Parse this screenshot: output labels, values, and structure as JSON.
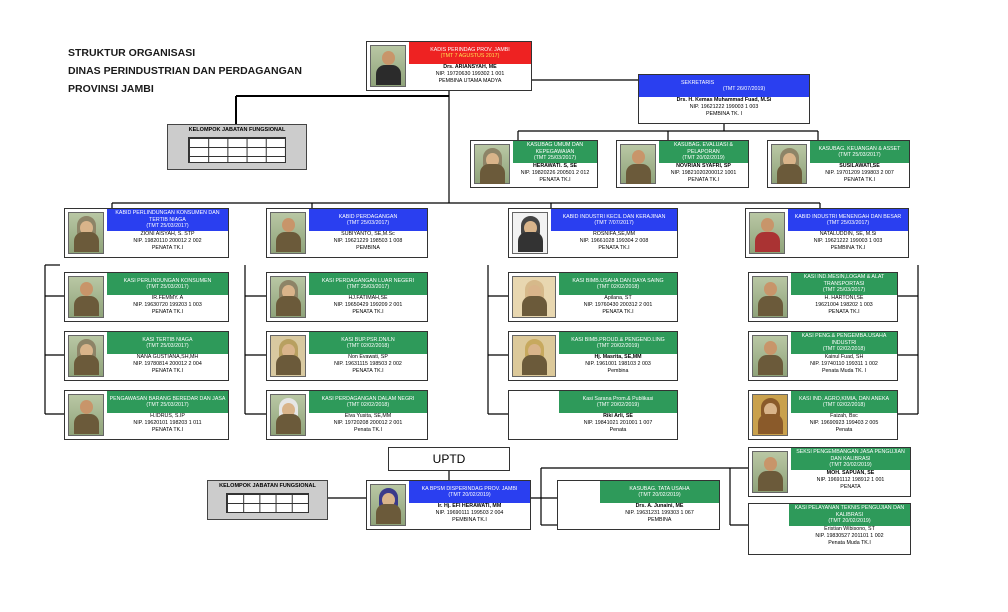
{
  "title": {
    "line1": "STRUKTUR ORGANISASI",
    "line2": "DINAS PERINDUSTRIAN DAN PERDAGANGAN",
    "line3": "PROVINSI JAMBI"
  },
  "kadis": {
    "title": "KADIS PERINDAG PROV. JAMBI",
    "tmt": "(TMT 7 AGUSTUS 2017)",
    "name": "Drs. ARIANSYAH, ME",
    "nip": "NIP. 19720630 199302 1 001",
    "rank": "PEMBINA UTAMA MADYA"
  },
  "sekretaris": {
    "title": "SEKRETARIS",
    "tmt": "(TMT 26/07/2019)",
    "name": "Drs. H. Kemas Muhammad Fuad, M.Si",
    "nip": "NIP. 19621222 199003 1 003",
    "rank": "PEMBINA TK. I"
  },
  "fungsional1": {
    "label": "KELOMPOK JABATAN FUNGSIONAL"
  },
  "fungsional2": {
    "label": "KELOMPOK JABATAN FUNGSIONAL"
  },
  "kasubag": [
    {
      "title": "KASUBAG UMUM DAN KEPEGAWAIAN",
      "tmt": "(TMT 25/03/2017)",
      "name": "HERAWATI. S, SE",
      "nip": "NIP. 19820226 200501 2 012",
      "rank": "PENATA TK.I"
    },
    {
      "title": "KASUBAG. EVALUASI & PELAPORAN",
      "tmt": "(TMT 20/02/2019)",
      "name": "NOVRIAN SYAFRI, SP",
      "nip": "NIP. 19821020200012 1001",
      "rank": "PENATA TK.I"
    },
    {
      "title": "KASUBAG. KEUANGAN & ASSET",
      "tmt": "(TMT 25/03/2017)",
      "name": "SUSILAWATI,SE",
      "nip": "NIP. 19701209 199803 2 007",
      "rank": "PENATA TK.I"
    }
  ],
  "kabid": [
    {
      "title": "KABID PERLINDUNGAN KONSUMEN DAN TERTIB NIAGA",
      "tmt": "(TMT 25/03/2017)",
      "name": "ZIONI AISYAH, S. STP",
      "nip": "NIP. 19820110 200012 2 002",
      "rank": "PENATA TK.I"
    },
    {
      "title": "KABID PERDAGANGAN",
      "tmt": "(TMT 25/03/2017)",
      "name": "SUBIYANTO, SE,M.Sc",
      "nip": "NIP. 19621229 198503 1 008",
      "rank": "PEMBINA"
    },
    {
      "title": "KABID INDUSTRI KECIL DAN KERAJINAN",
      "tmt": "(TMT 7/07/2017)",
      "name": "ROSNIFA,SE,MM",
      "nip": "NIP. 19661028 199304 2 008",
      "rank": "PENATA TK.I"
    },
    {
      "title": "KABID INDUSTRI MENENGAH DAN BESAR",
      "tmt": "(TMT 25/03/2017)",
      "name": "NATALUDDIN, SE, M.Si",
      "nip": "NIP. 19621222 199003 1 003",
      "rank": "PEMBINA TK.I"
    }
  ],
  "kasi_col1": [
    {
      "title": "KASI PERLINDUNGAN KONSUMEN",
      "tmt": "(TMT 25/03/2017)",
      "name": "IR.FEMMY. A",
      "nip": "NIP. 19630720 199203 1 003",
      "rank": "PENATA TK.I"
    },
    {
      "title": "KASI TERTIB NIAGA",
      "tmt": "(TMT 25/03/2017)",
      "name": "NANA GUSTIANA,SH,MH",
      "nip": "NIP. 19780814 200012 2 004",
      "rank": "PENATA TK.I"
    },
    {
      "title": "PENGAWASAN BARANG BEREDAR DAN JASA",
      "tmt": "(TMT 25/03/2017)",
      "name": "H.IDRUS, S.IP",
      "nip": "NIP. 19620101 198203 1 011",
      "rank": "PENATA TK.I"
    }
  ],
  "kasi_col2": [
    {
      "title": "KASI PERDAGANGAN LUAR NEGERI",
      "tmt": "(TMT 25/03/2017)",
      "name": "HJ.FATIMAH,SE",
      "nip": "NIP. 19650429 199209 2 001",
      "rank": "PENATA TK.I"
    },
    {
      "title": "KASI BUP.PSR.DN/LN",
      "tmt": "(TMT 02/02/2018)",
      "name": "Non Evawati, SP",
      "nip": "NIP. 19631115 198503 2 002",
      "rank": "PENATA TK.I"
    },
    {
      "title": "KASI PERDAGANGAN DALAM NEGRI",
      "tmt": "(TMT 02/02/2018)",
      "name": "Elva Yusita, SE,MM",
      "nip": "NIP. 19720208 200012 2 001",
      "rank": "Penata TK.I"
    }
  ],
  "kasi_col3": [
    {
      "title": "KASI BIMB.USAHA DAN DAYA SAING",
      "tmt": "(TMT 02/02/2018)",
      "name": "Apilana, ST",
      "nip": "NIP. 19760430 200312 2 001",
      "rank": "PENATA TK.I"
    },
    {
      "title": "KASI BIMB.PROUD.& PENGEND.LING",
      "tmt": "(TMT 20/02/2019)",
      "name": "Hj. Masrita, SE,MM",
      "nip": "NIP. 1961001 198103 2 003",
      "rank": "Pembina"
    },
    {
      "title": "Kasi Sarana Prom.& Publikasi",
      "tmt": "(TMT 20/02/2019)",
      "name": "Riki Arli, SE",
      "nip": "NIP. 19841021 201001 1 007",
      "rank": "Penata"
    }
  ],
  "kasi_col4": [
    {
      "title": "KASI IND.MESIN,LOGAM & ALAT TRANSPORTASI",
      "tmt": "(TMT 25/03/2017)",
      "name": "H. HARTONI,SE",
      "nip": "19621004 198202 1 003",
      "rank": "PENATA TK.I"
    },
    {
      "title": "KASI PENG.& PENGEMBA.USAHA INDUSTRI",
      "tmt": "(TMT 02/02/2018)",
      "name": "Kainul Fuad, SH",
      "nip": "NIP. 19740110 199311 1 002",
      "rank": "Penata Muda TK. I"
    },
    {
      "title": "KASI IND. AGRO,KIMIA, DAN ANEKA",
      "tmt": "(TMT 02/02/2018)",
      "name": "Faizah, Bsc",
      "nip": "NIP. 19690923 199403 2 005",
      "rank": "Penata"
    }
  ],
  "uptd": {
    "label": "UPTD"
  },
  "kaupt": {
    "title": "KA BPSM DISPERINDAG PROV. JAMBI",
    "tmt": "(TMT 20/02/2019)",
    "name": "Ir. Hj. EFI HERAWATI, MM",
    "nip": "NIP. 19690111 199503 2 004",
    "rank": "PEMBINA TK.I"
  },
  "tu": {
    "title": "KASUBAG. TATA USAHA",
    "tmt": "(TMT 20/02/2019)",
    "name": "Drs. A. Junaini, ME",
    "nip": "NIP. 19631231 199303 1 067",
    "rank": "PEMBINA"
  },
  "seksi": [
    {
      "title": "SEKSI PENGEMBANGAN JASA PENGUJIAN DAN KALIBRASI",
      "tmt": "(TMT 20/02/2019)",
      "name": "MOH. SAPUAN, SE",
      "nip": "NIP. 19691112 198912 1 001",
      "rank": "PENATA"
    },
    {
      "title": "KASI PELAYANAN TEKNIS PENGUJIAN DAN KALIBRASI",
      "tmt": "(TMT 20/02/2019)",
      "name": "Eristian Wibisono, ST",
      "nip": "NIP. 19830527 201101 1 002",
      "rank": "Penata Muda TK.I"
    }
  ],
  "colors": {
    "blue": "#2a3ff0",
    "green": "#2e9a5a",
    "red": "#ee2222",
    "fungsional": "#cccccc"
  }
}
